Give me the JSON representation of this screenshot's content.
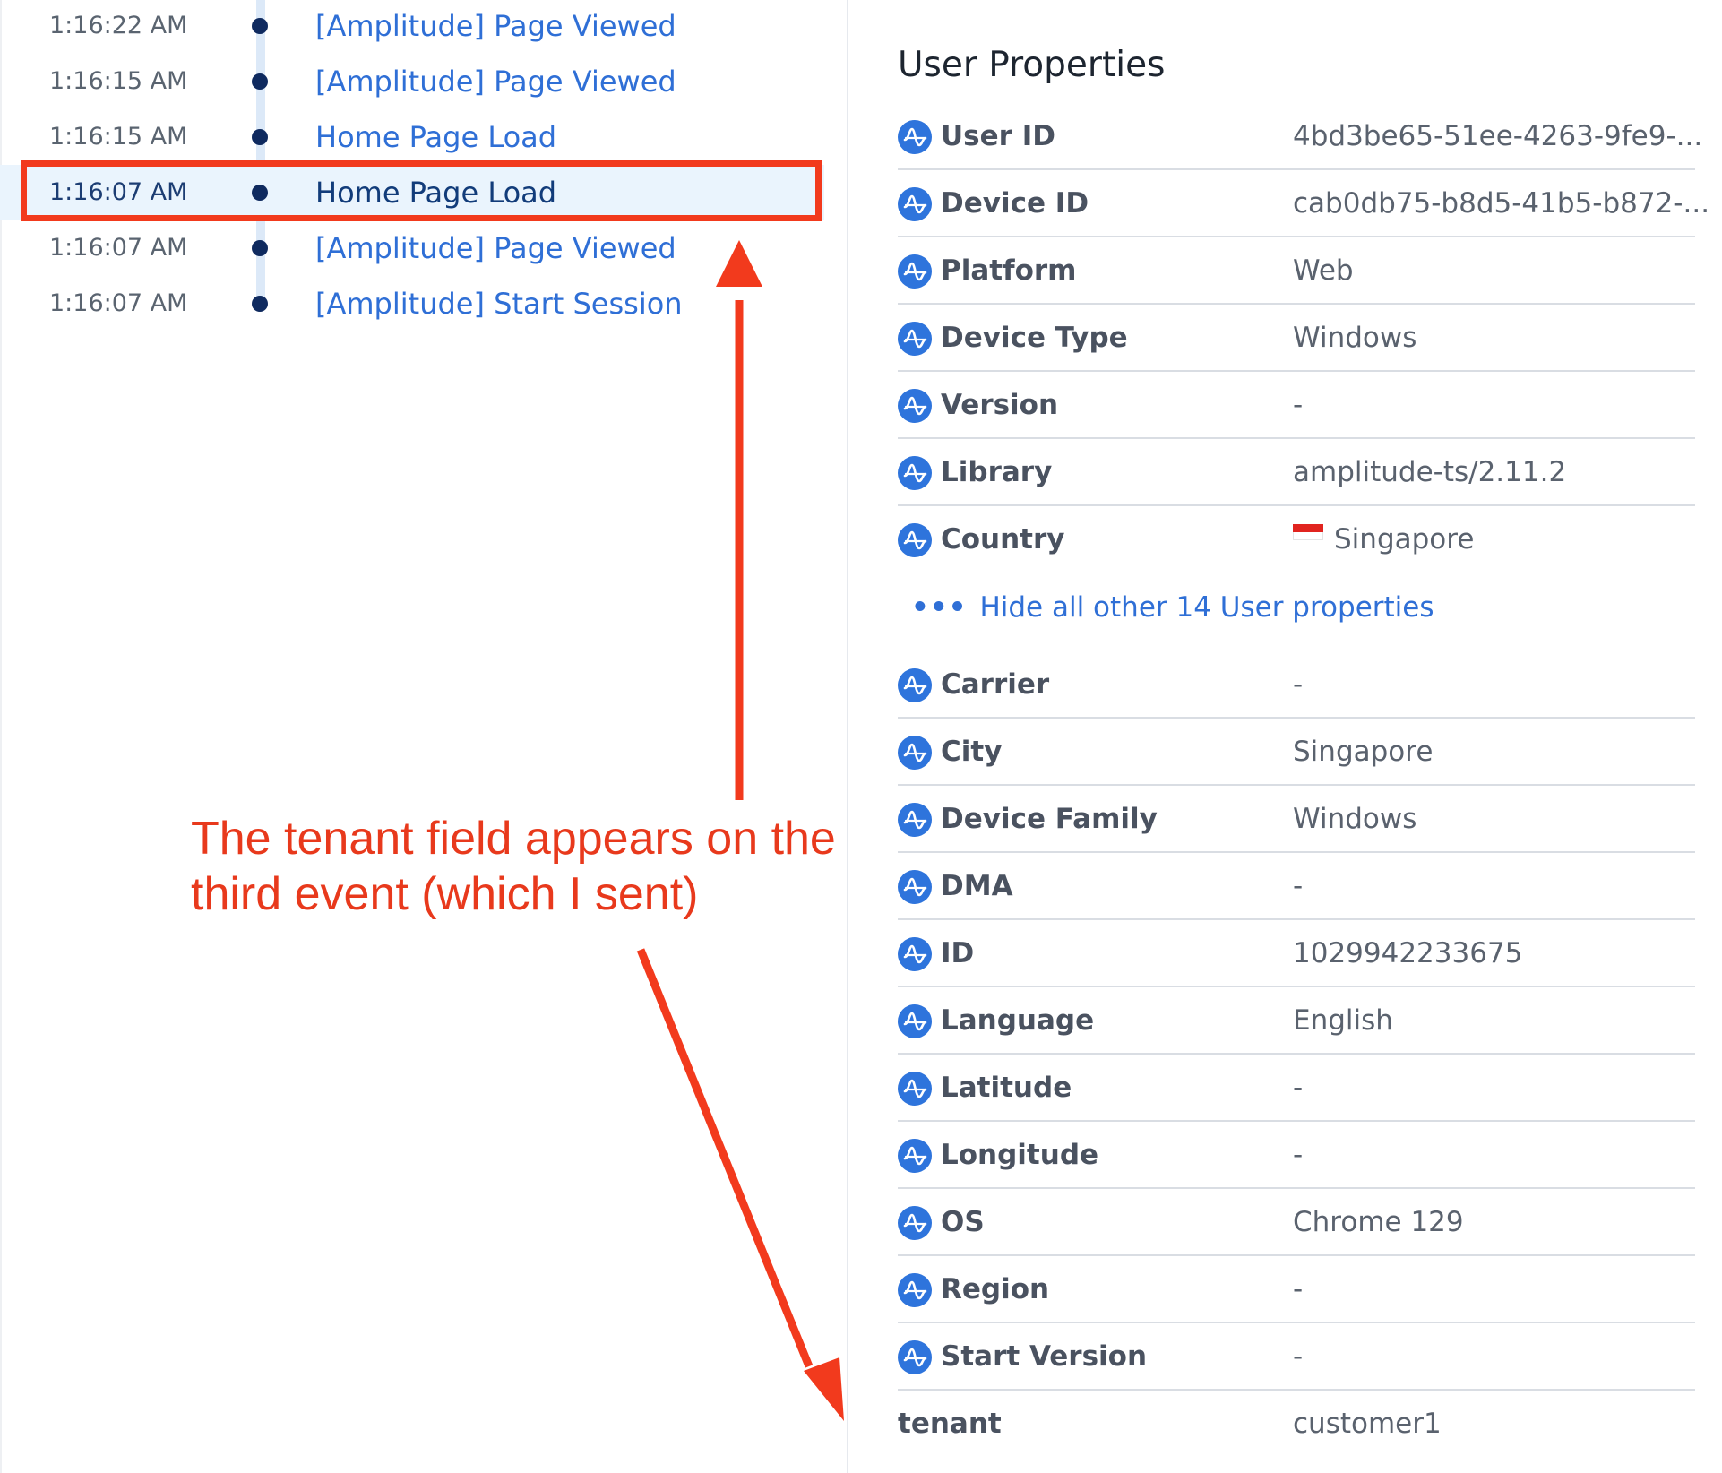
{
  "events": [
    {
      "time": "1:16:22 AM",
      "name": "[Amplitude] Page Viewed"
    },
    {
      "time": "1:16:15 AM",
      "name": "[Amplitude] Page Viewed"
    },
    {
      "time": "1:16:15 AM",
      "name": "Home Page Load"
    },
    {
      "time": "1:16:07 AM",
      "name": "Home Page Load"
    },
    {
      "time": "1:16:07 AM",
      "name": "[Amplitude] Page Viewed"
    },
    {
      "time": "1:16:07 AM",
      "name": "[Amplitude] Start Session"
    }
  ],
  "annotation": {
    "text": "The tenant field appears on the third event (which I sent)",
    "color": "#e8391c"
  },
  "user_properties": {
    "title": "User Properties",
    "icon": "amplitude-icon",
    "top": [
      {
        "label": "User ID",
        "value": "4bd3be65-51ee-4263-9fe9-..."
      },
      {
        "label": "Device ID",
        "value": "cab0db75-b8d5-41b5-b872-..."
      },
      {
        "label": "Platform",
        "value": "Web"
      },
      {
        "label": "Device Type",
        "value": "Windows"
      },
      {
        "label": "Version",
        "value": "-"
      },
      {
        "label": "Library",
        "value": "amplitude-ts/2.11.2"
      },
      {
        "label": "Country",
        "value": "Singapore",
        "flag": "singapore-flag"
      }
    ],
    "toggle": {
      "dots": "•••",
      "label": "Hide all other 14 User properties"
    },
    "more": [
      {
        "label": "Carrier",
        "value": "-"
      },
      {
        "label": "City",
        "value": "Singapore"
      },
      {
        "label": "Device Family",
        "value": "Windows"
      },
      {
        "label": "DMA",
        "value": "-"
      },
      {
        "label": "ID",
        "value": "1029942233675"
      },
      {
        "label": "Language",
        "value": "English"
      },
      {
        "label": "Latitude",
        "value": "-"
      },
      {
        "label": "Longitude",
        "value": "-"
      },
      {
        "label": "OS",
        "value": "Chrome 129"
      },
      {
        "label": "Region",
        "value": "-"
      },
      {
        "label": "Start Version",
        "value": "-"
      }
    ],
    "custom": [
      {
        "label": "tenant",
        "value": "customer1"
      }
    ]
  },
  "colors": {
    "accent": "#2f6fd6",
    "selected_row": "#eaf4fd",
    "highlight": "#f23a1d"
  }
}
